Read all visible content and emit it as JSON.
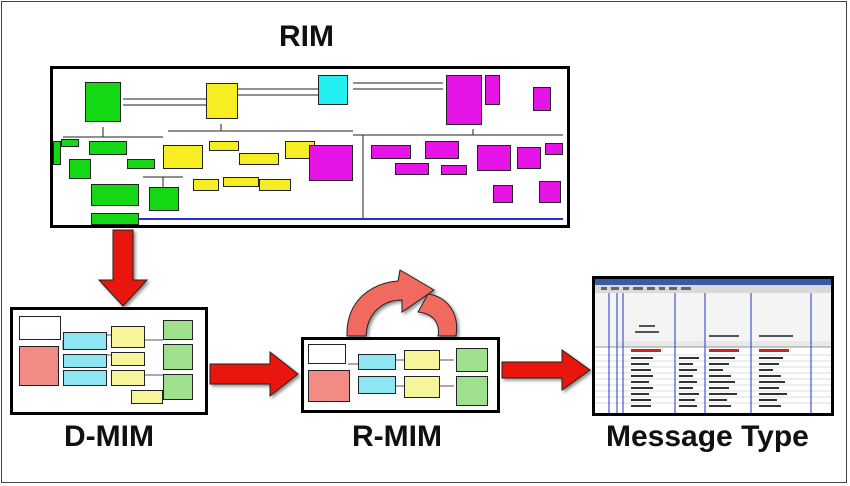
{
  "labels": {
    "rim": "RIM",
    "dmim": "D-MIM",
    "rmim": "R-MIM",
    "message_type": "Message Type"
  },
  "colors": {
    "green": "#13d813",
    "yellow": "#f6ee23",
    "cyan": "#23eff0",
    "magenta": "#e614e6",
    "salmon": "#f28b84",
    "light_cyan": "#8fe6f3",
    "light_yellow": "#f7f59a",
    "light_green": "#9fe08e",
    "arrow_red": "#e8140a",
    "cycle_salmon": "#f06a5e"
  }
}
